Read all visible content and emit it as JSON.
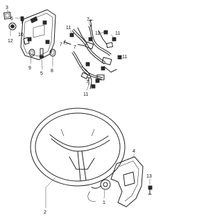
{
  "diagram": {
    "callouts": [
      {
        "id": "c3",
        "label": "3"
      },
      {
        "id": "c6",
        "label": "6"
      },
      {
        "id": "c12",
        "label": "12"
      },
      {
        "id": "c10",
        "label": "10"
      },
      {
        "id": "c9",
        "label": "9"
      },
      {
        "id": "c5",
        "label": "5"
      },
      {
        "id": "c8",
        "label": "8"
      },
      {
        "id": "c11a",
        "label": "11"
      },
      {
        "id": "c7a",
        "label": "7"
      },
      {
        "id": "c11b",
        "label": "11"
      },
      {
        "id": "c7b",
        "label": "7"
      },
      {
        "id": "c11c",
        "label": "11"
      },
      {
        "id": "c11d",
        "label": "11"
      },
      {
        "id": "c7c",
        "label": "7"
      },
      {
        "id": "c11e",
        "label": "11"
      },
      {
        "id": "c7d",
        "label": "7"
      },
      {
        "id": "c4",
        "label": "4"
      },
      {
        "id": "c13",
        "label": "13"
      },
      {
        "id": "c1",
        "label": "1"
      },
      {
        "id": "c2",
        "label": "2"
      }
    ]
  }
}
